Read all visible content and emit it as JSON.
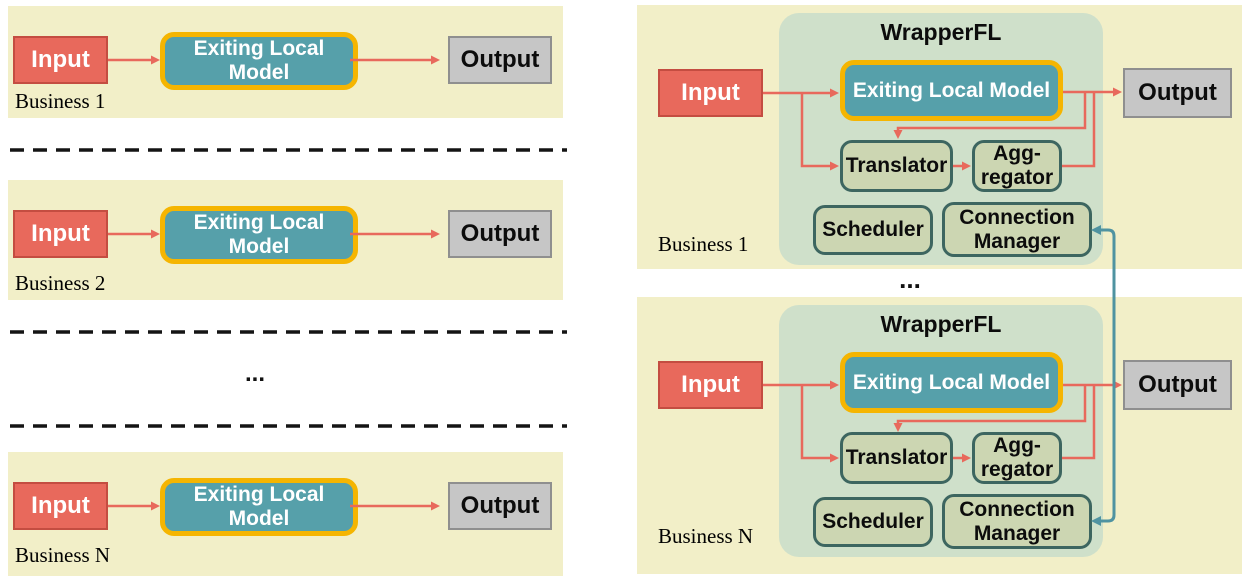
{
  "left_section": {
    "ellipsis": "...",
    "panels": [
      {
        "business_label": "Business 1",
        "input_label": "Input",
        "model_label": "Exiting Local Model",
        "output_label": "Output"
      },
      {
        "business_label": "Business 2",
        "input_label": "Input",
        "model_label": "Exiting Local Model",
        "output_label": "Output"
      },
      {
        "business_label": "Business N",
        "input_label": "Input",
        "model_label": "Exiting Local Model",
        "output_label": "Output"
      }
    ]
  },
  "right_section": {
    "ellipsis": "...",
    "panels": [
      {
        "business_label": "Business 1",
        "wrapper_title": "WrapperFL",
        "input_label": "Input",
        "model_label": "Exiting Local Model",
        "translator_label": "Translator",
        "aggregator_label": "Agg-\nregator",
        "scheduler_label": "Scheduler",
        "connection_manager_label": "Connection\nManager",
        "output_label": "Output"
      },
      {
        "business_label": "Business N",
        "wrapper_title": "WrapperFL",
        "input_label": "Input",
        "model_label": "Exiting Local Model",
        "translator_label": "Translator",
        "aggregator_label": "Agg-\nregator",
        "scheduler_label": "Scheduler",
        "connection_manager_label": "Connection\nManager",
        "output_label": "Output"
      }
    ]
  },
  "colors": {
    "panel_background": "#f2efc8",
    "wrapper_background": "#cfe0ca",
    "model_fill": "#56a0aa",
    "model_border": "#f5b501",
    "input_fill": "#e8695c",
    "output_fill": "#c6c6c6",
    "component_fill": "#ccd6b2",
    "component_border": "#3d6660",
    "data_arrow": "#e8695c",
    "network_arrow": "#4f93a1"
  }
}
